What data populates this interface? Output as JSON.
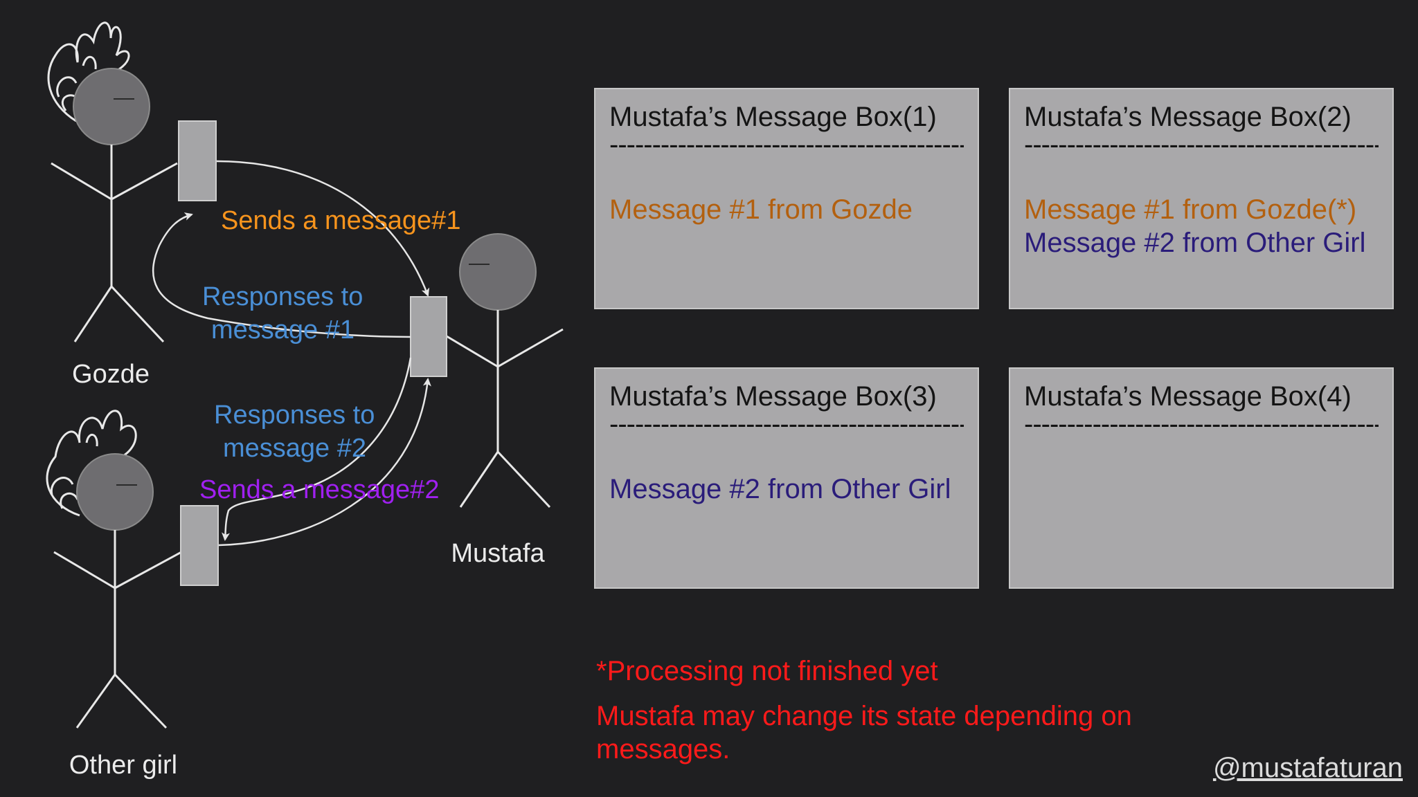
{
  "colors": {
    "background": "#1f1f21",
    "box_fill": "#a9a8aa",
    "figure_head": "#6e6d70",
    "envelope": "#a5a5a7",
    "sends_1": "#f7941d",
    "sends_2": "#a020f0",
    "responses": "#4a8fd6",
    "from_gozde": "#b3600f",
    "from_other_girl": "#2a1c7a",
    "note": "#ff1a1a"
  },
  "figures": {
    "gozde": {
      "name": "Gozde"
    },
    "other_girl": {
      "name": "Other girl"
    },
    "mustafa": {
      "name": "Mustafa"
    }
  },
  "arrows": {
    "sends_1": "Sends a message#1",
    "responses_1_line1": "Responses to",
    "responses_1_line2": "message #1",
    "responses_2_line1": "Responses to",
    "responses_2_line2": "message #2",
    "sends_2": "Sends a message#2"
  },
  "message_boxes": [
    {
      "title": "Mustafa’s Message Box(1)",
      "separator": "------------------------------------------",
      "messages": [
        {
          "text": "Message #1 from Gozde",
          "from": "gozde"
        }
      ]
    },
    {
      "title": "Mustafa’s Message Box(2)",
      "separator": "------------------------------------------",
      "messages": [
        {
          "text": "Message #1 from Gozde(*)",
          "from": "gozde"
        },
        {
          "text": "Message #2 from Other Girl",
          "from": "other_girl"
        }
      ]
    },
    {
      "title": "Mustafa’s Message Box(3)",
      "separator": "------------------------------------------",
      "messages": [
        {
          "text": "Message #2 from Other Girl",
          "from": "other_girl"
        }
      ]
    },
    {
      "title": "Mustafa’s Message Box(4)",
      "separator": "------------------------------------------",
      "messages": []
    }
  ],
  "notes": {
    "processing": "*Processing not finished yet",
    "state_line1": "Mustafa may change its state depending on",
    "state_line2": "messages."
  },
  "handle": "@mustafaturan"
}
